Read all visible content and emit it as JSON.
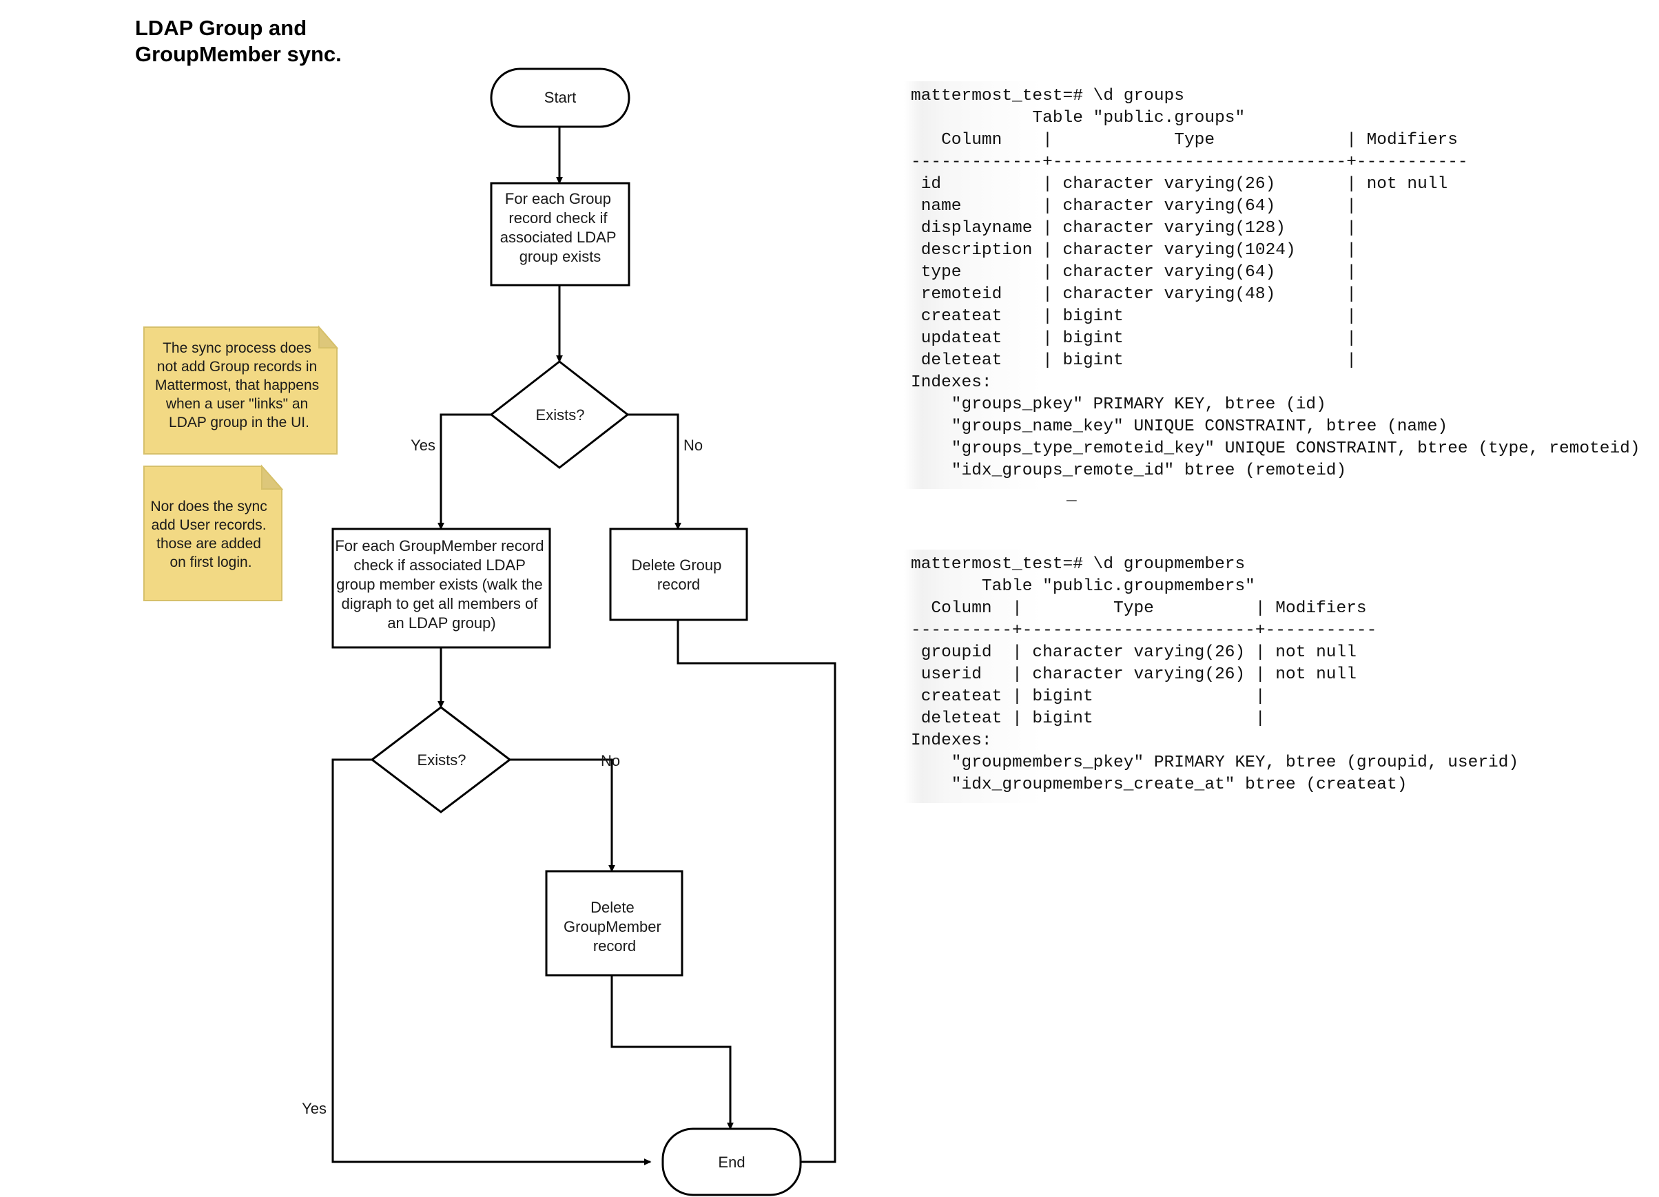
{
  "title": "LDAP Group and\nGroupMember sync.",
  "flowchart": {
    "nodes": {
      "start": "Start",
      "check_group": "For each Group\nrecord check if\nassociated LDAP\ngroup exists",
      "exists_1": "Exists?",
      "check_member": "For each GroupMember record\ncheck if associated LDAP\ngroup member exists (walk the\ndigraph to get all members of\nan LDAP group)",
      "delete_group": "Delete Group\nrecord",
      "exists_2": "Exists?",
      "delete_groupmember": "Delete\nGroupMember\nrecord",
      "end": "End"
    },
    "edge_labels": {
      "exists1_yes": "Yes",
      "exists1_no": "No",
      "exists2_no": "No",
      "exists2_yes": "Yes"
    }
  },
  "notes": [
    {
      "id": "note-no-group-add",
      "text": "The sync process does\nnot add Group records in\nMattermost, that happens\nwhen a user \"links\" an\nLDAP group in the UI."
    },
    {
      "id": "note-no-user-add",
      "text": "Nor does the sync\nadd User records.\nthose are added\non first login."
    }
  ],
  "terminal": {
    "cursor": "_",
    "groups": "mattermost_test=# \\d groups\n            Table \"public.groups\"\n   Column    |            Type             | Modifiers\n-------------+-----------------------------+-----------\n id          | character varying(26)       | not null\n name        | character varying(64)       |\n displayname | character varying(128)      |\n description | character varying(1024)     |\n type        | character varying(64)       |\n remoteid    | character varying(48)       |\n createat    | bigint                      |\n updateat    | bigint                      |\n deleteat    | bigint                      |\nIndexes:\n    \"groups_pkey\" PRIMARY KEY, btree (id)\n    \"groups_name_key\" UNIQUE CONSTRAINT, btree (name)\n    \"groups_type_remoteid_key\" UNIQUE CONSTRAINT, btree (type, remoteid)\n    \"idx_groups_remote_id\" btree (remoteid)",
    "groupmembers": "mattermost_test=# \\d groupmembers\n       Table \"public.groupmembers\"\n  Column  |         Type          | Modifiers\n----------+-----------------------+-----------\n groupid  | character varying(26) | not null\n userid   | character varying(26) | not null\n createat | bigint                |\n deleteat | bigint                |\nIndexes:\n    \"groupmembers_pkey\" PRIMARY KEY, btree (groupid, userid)\n    \"idx_groupmembers_create_at\" btree (createat)"
  }
}
